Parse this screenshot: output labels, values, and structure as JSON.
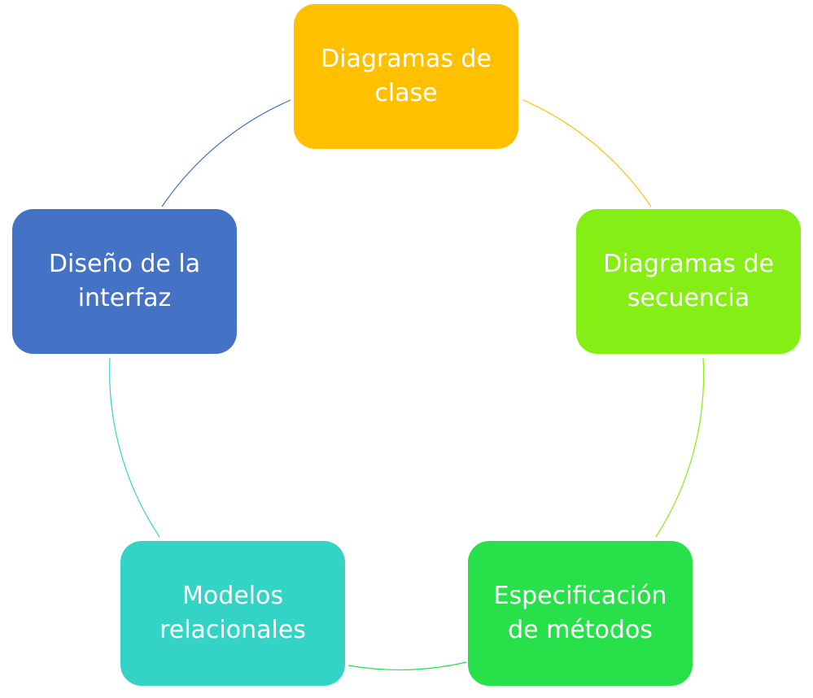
{
  "diagram": {
    "nodes": [
      {
        "label": "Diagramas de clase",
        "color": "#FFC000"
      },
      {
        "label": "Diagramas de secuencia",
        "color": "#84EE15"
      },
      {
        "label": "Especificación de métodos",
        "color": "#28E14A"
      },
      {
        "label": "Modelos relacionales",
        "color": "#33D3C6"
      },
      {
        "label": "Diseño de la interfaz",
        "color": "#4472C4"
      }
    ]
  }
}
